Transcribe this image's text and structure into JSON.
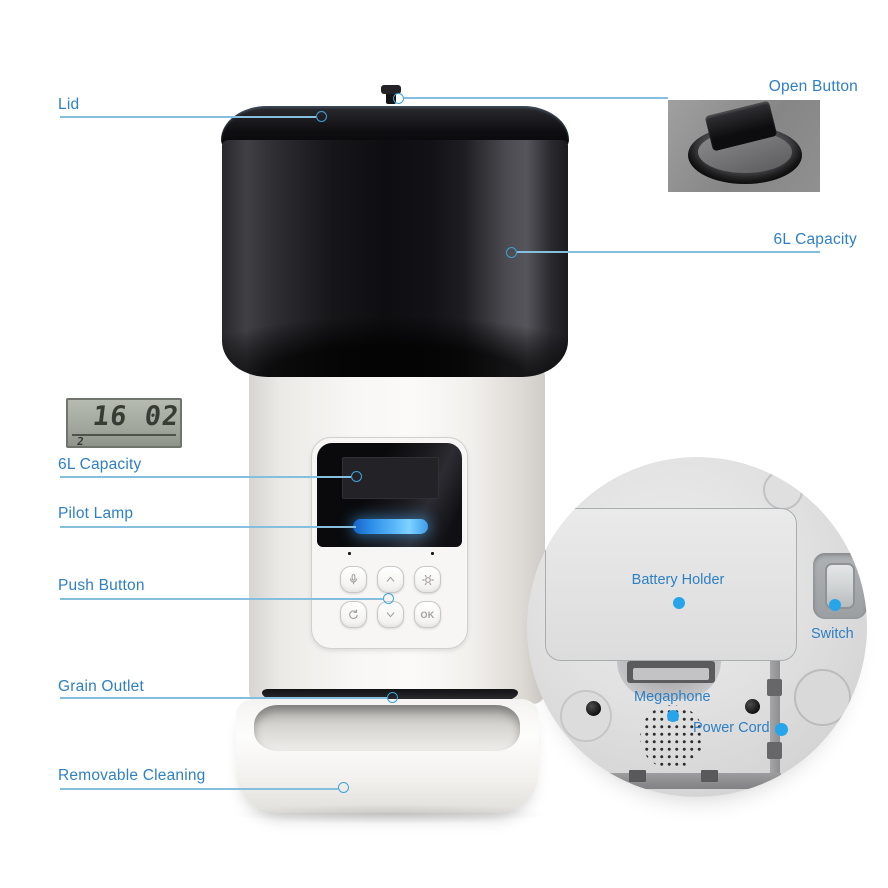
{
  "colors": {
    "label_blue": "#2e80c4",
    "line_blue": "#85bede",
    "marker_blue": "#3ea2d8",
    "dot_blue": "#27a5ea",
    "lamp_blue": "#4aa9f2",
    "background": "#ffffff"
  },
  "callouts": {
    "lid": {
      "label": "Lid"
    },
    "open_button": {
      "label": "Open Button"
    },
    "capacity_right": {
      "label": "6L Capacity"
    },
    "capacity_left": {
      "label": "6L Capacity"
    },
    "pilot_lamp": {
      "label": "Pilot Lamp"
    },
    "push_button": {
      "label": "Push Button"
    },
    "grain_outlet": {
      "label": "Grain Outlet"
    },
    "removable_cleaning": {
      "label": "Removable Cleaning"
    }
  },
  "inset_labels": {
    "battery_holder": {
      "label": "Battery Holder"
    },
    "switch": {
      "label": "Switch"
    },
    "megaphone": {
      "label": "Megaphone"
    },
    "power_cord": {
      "label": "Power Cord"
    }
  },
  "lcd": {
    "time": "16 02",
    "day_indicator": "2"
  },
  "keypad": {
    "ok_label": "OK",
    "buttons": [
      "microphone",
      "up",
      "settings",
      "rotate",
      "down",
      "ok"
    ]
  }
}
